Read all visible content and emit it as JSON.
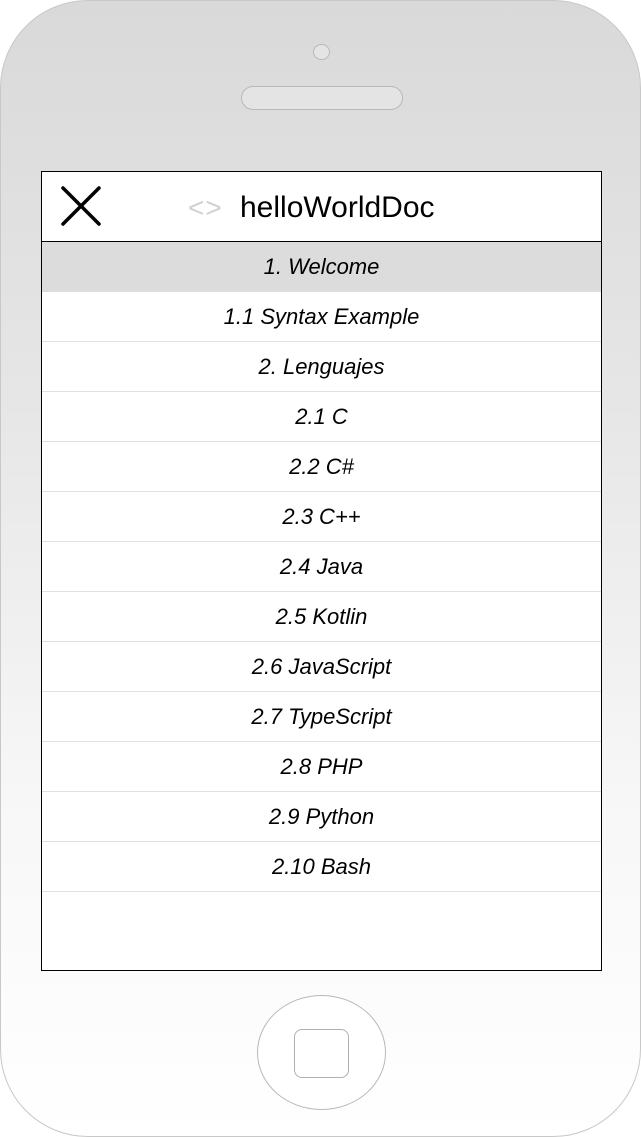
{
  "header": {
    "logo": "<>",
    "title": "helloWorldDoc",
    "close_icon": "close-icon"
  },
  "menu": {
    "items": [
      {
        "label": "1. Welcome",
        "active": true
      },
      {
        "label": "1.1 Syntax Example",
        "active": false
      },
      {
        "label": "2. Lenguajes",
        "active": false
      },
      {
        "label": "2.1 C",
        "active": false
      },
      {
        "label": "2.2 C#",
        "active": false
      },
      {
        "label": "2.3 C++",
        "active": false
      },
      {
        "label": "2.4 Java",
        "active": false
      },
      {
        "label": "2.5 Kotlin",
        "active": false
      },
      {
        "label": "2.6 JavaScript",
        "active": false
      },
      {
        "label": "2.7 TypeScript",
        "active": false
      },
      {
        "label": "2.8 PHP",
        "active": false
      },
      {
        "label": "2.9 Python",
        "active": false
      },
      {
        "label": "2.10 Bash",
        "active": false
      }
    ]
  },
  "colors": {
    "active_item_bg": "#dcdcdc",
    "logo_color": "#d0d0d0",
    "border": "#000000"
  }
}
